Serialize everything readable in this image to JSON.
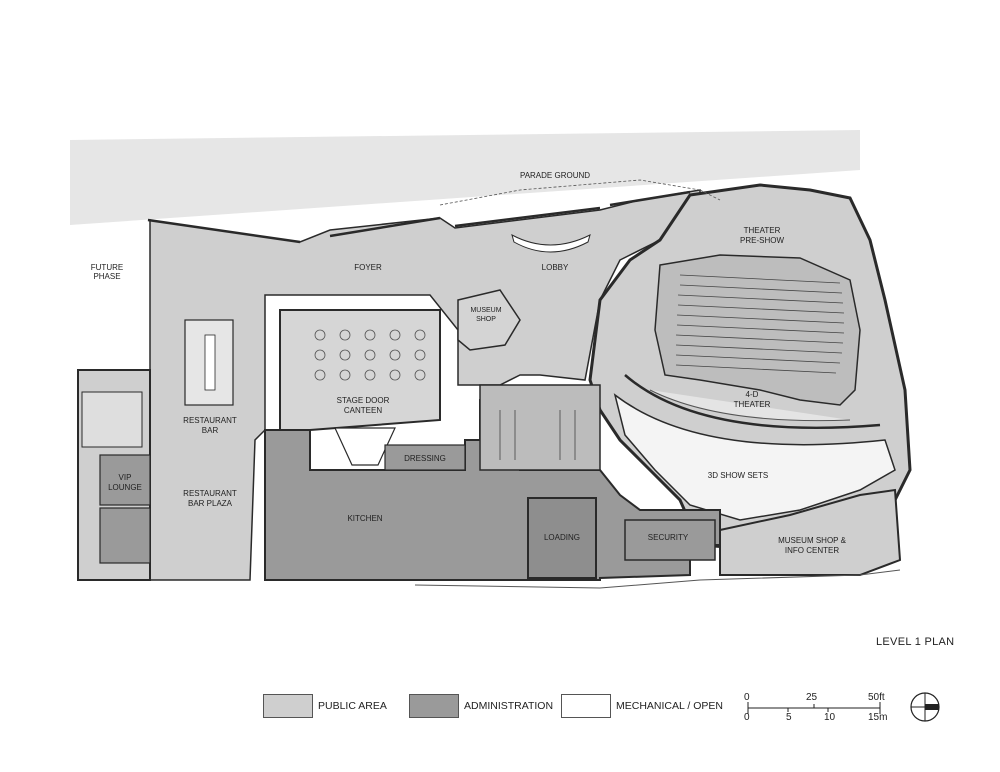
{
  "plan_title": "LEVEL 1 PLAN",
  "colors": {
    "public_area": "#cfcfcf",
    "administration": "#9a9a9a",
    "mechanical_open": "#ffffff",
    "wall": "#2a2a2a"
  },
  "spaces": {
    "parade_ground": "PARADE GROUND",
    "future_phase_1": "FUTURE",
    "future_phase_2": "PHASE",
    "foyer": "FOYER",
    "lobby": "LOBBY",
    "museum_shop_1": "MUSEUM",
    "museum_shop_2": "SHOP",
    "theater_preshow_1": "THEATER",
    "theater_preshow_2": "PRE-SHOW",
    "theater_4d_1": "4-D",
    "theater_4d_2": "THEATER",
    "show_sets": "3D SHOW SETS",
    "stage_door_1": "STAGE DOOR",
    "stage_door_2": "CANTEEN",
    "restaurant_bar_1": "RESTAURANT",
    "restaurant_bar_2": "BAR",
    "restaurant_plaza_1": "RESTAURANT",
    "restaurant_plaza_2": "BAR PLAZA",
    "vip_lounge_1": "VIP",
    "vip_lounge_2": "LOUNGE",
    "dressing": "DRESSING",
    "kitchen": "KITCHEN",
    "loading": "LOADING",
    "security": "SECURITY",
    "info_center_1": "MUSEUM SHOP &",
    "info_center_2": "INFO CENTER"
  },
  "legend": [
    {
      "label": "PUBLIC AREA",
      "color": "#cfcfcf"
    },
    {
      "label": "ADMINISTRATION",
      "color": "#9a9a9a"
    },
    {
      "label": "MECHANICAL / OPEN",
      "color": "#ffffff"
    }
  ],
  "scale_bar": {
    "feet": [
      "0",
      "25",
      "50ft"
    ],
    "meters": [
      "0",
      "5",
      "10",
      "15m"
    ]
  },
  "north_arrow_icon": "north-arrow-icon"
}
